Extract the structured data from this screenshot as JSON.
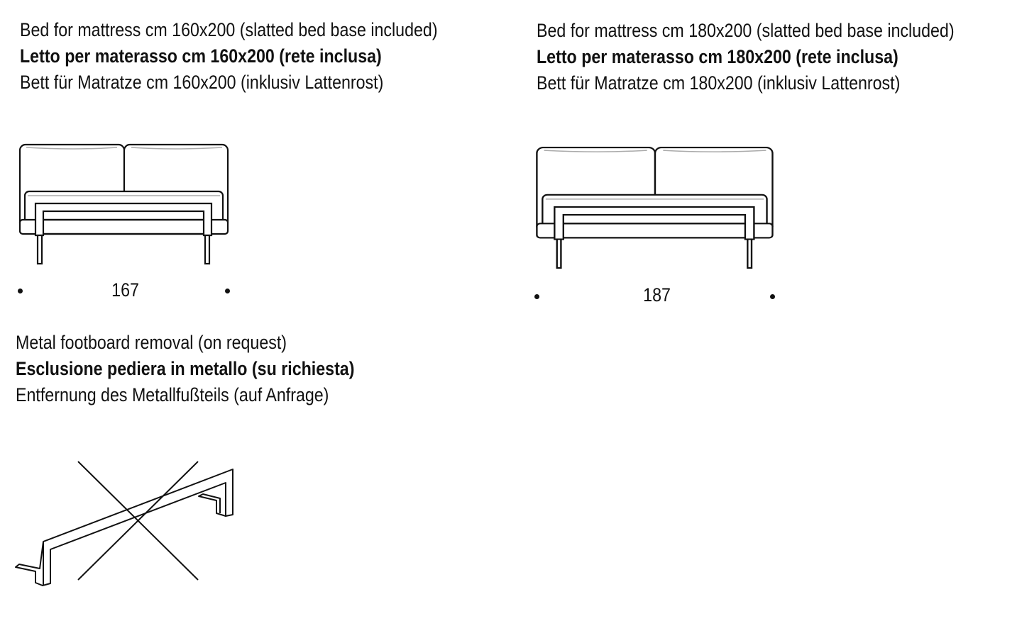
{
  "options": [
    {
      "en": "Bed for mattress cm 160x200 (slatted bed base included)",
      "it": "Letto per materasso cm 160x200 (rete inclusa)",
      "de": "Bett für Matratze cm 160x200 (inklusiv Lattenrost)",
      "width_label": "167"
    },
    {
      "en": "Bed for mattress cm 180x200 (slatted bed base included)",
      "it": "Letto per materasso cm 180x200 (rete inclusa)",
      "de": "Bett für Matratze cm 180x200 (inklusiv Lattenrost)",
      "width_label": "187"
    }
  ],
  "footboard": {
    "en": "Metal footboard removal (on request)",
    "it": "Esclusione pediera in metallo (su richiesta)",
    "de": "Entfernung des Metallfußteils (auf Anfrage)"
  }
}
